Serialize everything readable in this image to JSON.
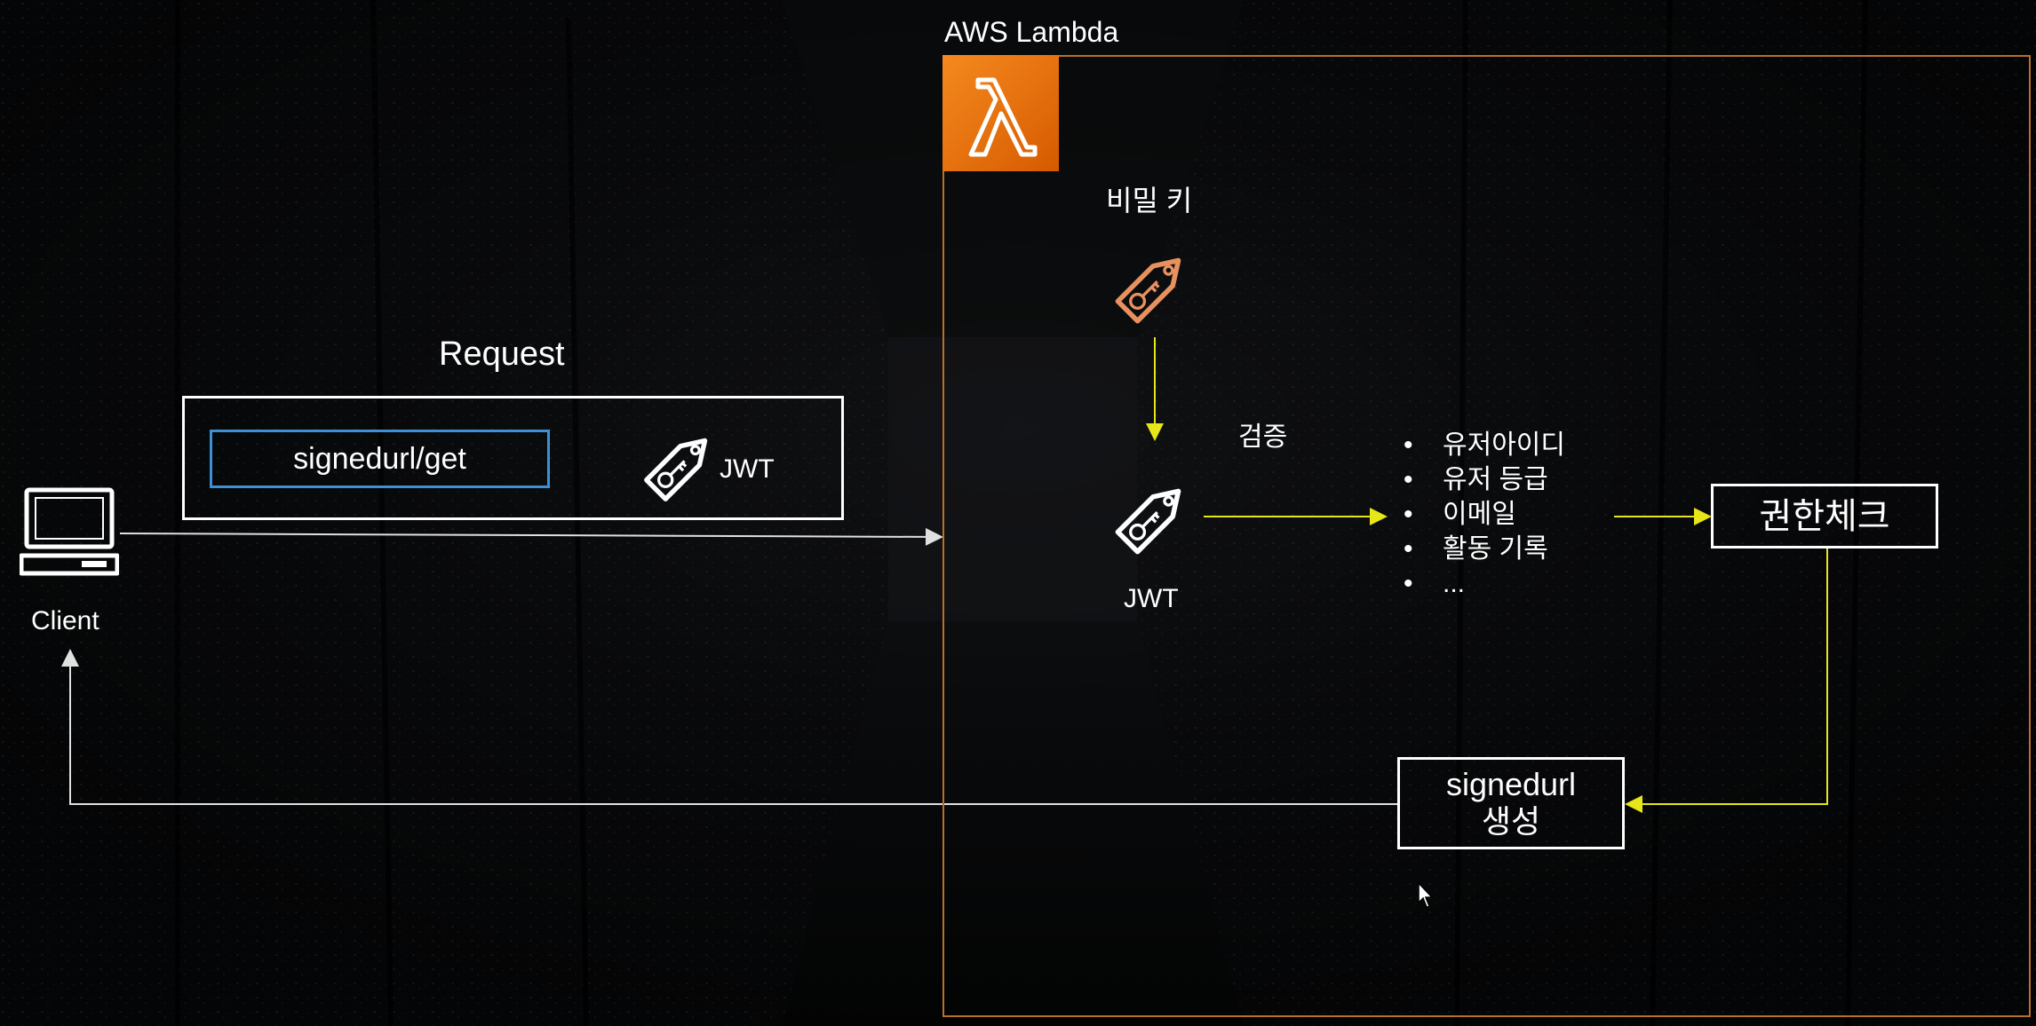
{
  "lambda": {
    "title": "AWS Lambda",
    "icon": "lambda-icon",
    "brand_color": "#ED7100",
    "border_color": "#B8702A"
  },
  "client": {
    "label": "Client",
    "icon": "laptop-icon"
  },
  "request": {
    "title": "Request",
    "endpoint": "signedurl/get",
    "token_label": "JWT",
    "token_icon": "key-tag-icon",
    "endpoint_border_color": "#3D8FD6"
  },
  "secret_key": {
    "label": "비밀 키",
    "icon": "key-tag-icon",
    "color": "#E8915F"
  },
  "jwt": {
    "label": "JWT",
    "icon": "key-tag-icon"
  },
  "verify": {
    "label": "검증"
  },
  "claims": {
    "items": [
      "유저아이디",
      "유저 등급",
      "이메일",
      "활동 기록",
      "..."
    ]
  },
  "auth_check": {
    "label": "권한체크"
  },
  "signedurl_gen": {
    "line1": "signedurl",
    "line2": "생성"
  },
  "colors": {
    "flow_arrow": "#E6E619",
    "return_arrow": "#E0E0E0",
    "text": "#FFFFFF"
  }
}
